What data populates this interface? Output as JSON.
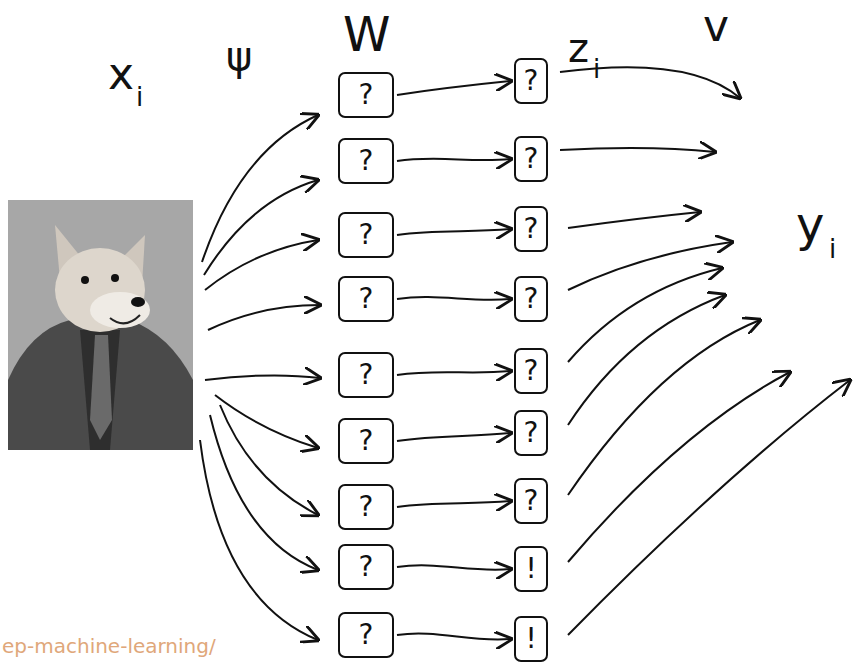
{
  "diagram": {
    "nodes": [
      {
        "text": [
          "?"
        ]
      },
      {
        "text": [
          "?"
        ]
      },
      {
        "text": [
          "?"
        ]
      },
      {
        "text": [
          "?"
        ]
      },
      {
        "text": [
          "?"
        ]
      },
      {
        "text": [
          "?"
        ]
      },
      {
        "text": [
          "?"
        ]
      },
      {
        "text": [
          "?"
        ]
      },
      {
        "text": [
          "?"
        ]
      },
      {
        "text": [
          "?"
        ]
      },
      {
        "text": [
          "?"
        ]
      },
      {
        "text": [
          "?"
        ]
      },
      {
        "text": [
          "?"
        ]
      },
      {
        "text": [
          "?"
        ]
      },
      {
        "text": [
          "?"
        ]
      },
      {
        "text": [
          "?"
        ]
      },
      {
        "text": [
          "!"
        ]
      },
      {
        "text": [
          "!"
        ]
      }
    ],
    "edges": [
      {
        "from": 0,
        "to": 9,
        "arrow": "to"
      },
      {
        "from": 1,
        "to": 10,
        "arrow": "to"
      },
      {
        "from": 2,
        "to": 11,
        "arrow": "to"
      },
      {
        "from": 3,
        "to": 12,
        "arrow": "to"
      },
      {
        "from": 4,
        "to": 13,
        "arrow": "to"
      },
      {
        "from": 5,
        "to": 14,
        "arrow": "to"
      },
      {
        "from": 6,
        "to": 15,
        "arrow": "to"
      },
      {
        "from": 7,
        "to": 16,
        "arrow": "to"
      },
      {
        "from": 8,
        "to": 17,
        "arrow": "to"
      }
    ],
    "labels": [
      "x",
      "i",
      "ψ",
      "W",
      "z",
      "i",
      "v",
      "y",
      "i",
      "ep-machine-learning/"
    ]
  }
}
